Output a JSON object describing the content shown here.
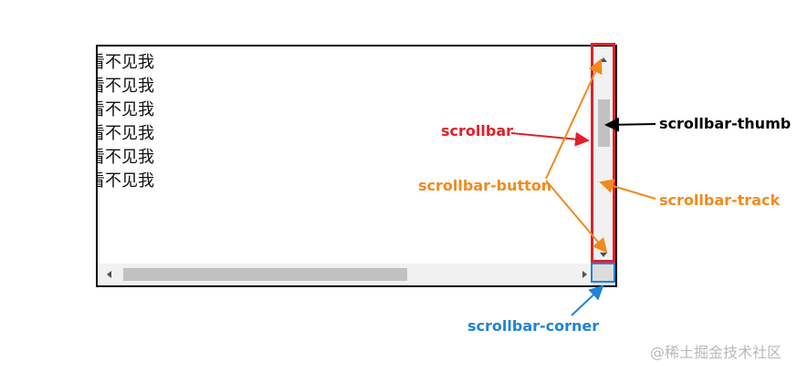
{
  "content": {
    "lines": [
      "看不见我",
      "看不见我",
      "看不见我",
      "看不见我",
      "看不见我",
      "看不见我"
    ]
  },
  "labels": {
    "scrollbar": "scrollbar",
    "scrollbar_button": "scrollbar-button",
    "scrollbar_thumb": "scrollbar-thumb",
    "scrollbar_track": "scrollbar-track",
    "scrollbar_corner": "scrollbar-corner"
  },
  "watermark": "@稀土掘金技术社区",
  "colors": {
    "scrollbar": "#e0202a",
    "button": "#f08a1e",
    "track": "#f08a1e",
    "thumb": "#000000",
    "corner": "#1f83d8",
    "scrollbar_bg": "#f1f1f1",
    "thumb_fill": "#c1c1c1"
  }
}
